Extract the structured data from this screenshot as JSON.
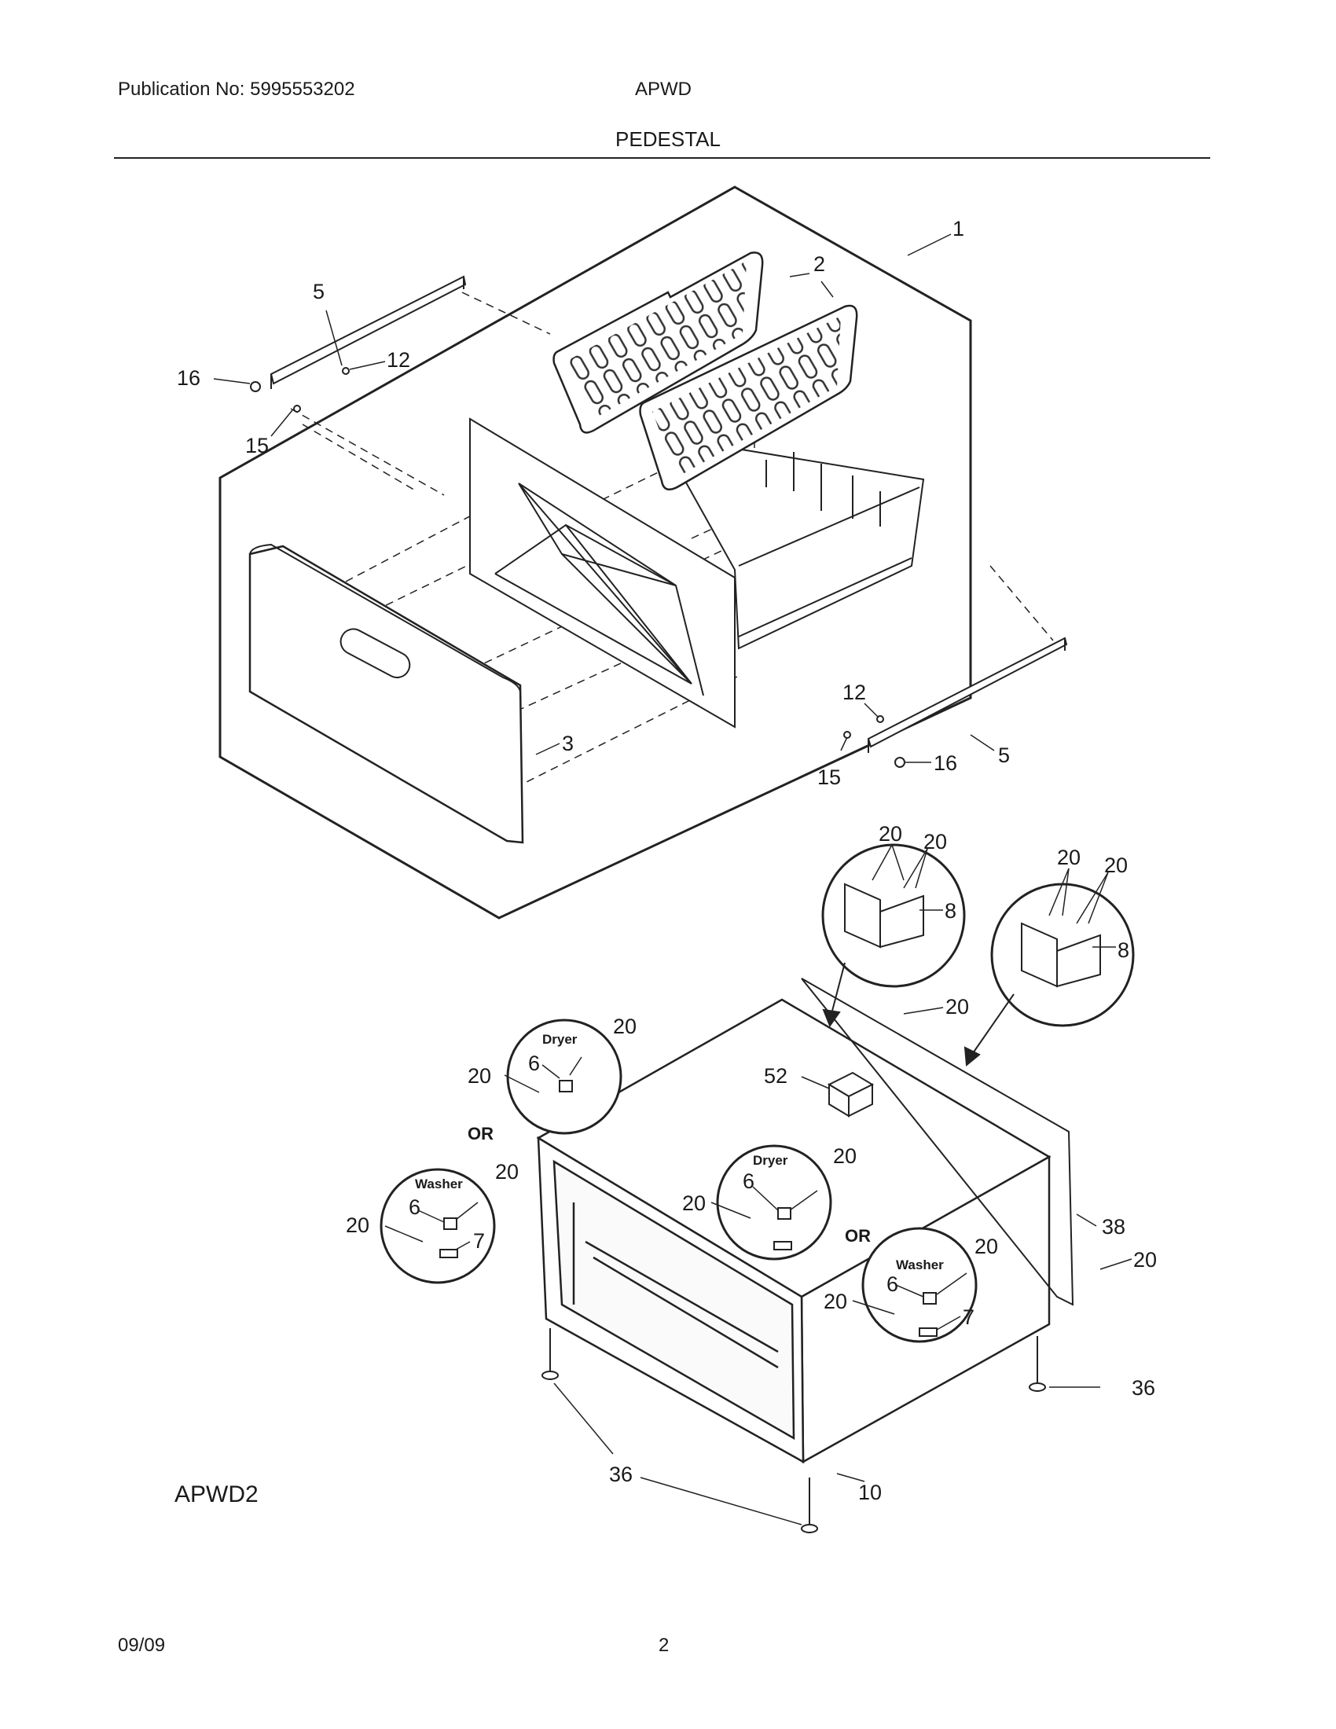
{
  "header": {
    "publication": "Publication No: 5995553202",
    "model": "APWD",
    "section_title": "PEDESTAL"
  },
  "diagram": {
    "callouts": {
      "c1": "1",
      "c2": "2",
      "c3": "3",
      "c5a": "5",
      "c5b": "5",
      "c12a": "12",
      "c12b": "12",
      "c15a": "15",
      "c15b": "15",
      "c16a": "16",
      "c16b": "16",
      "c8a": "8",
      "c8b": "8",
      "c20a": "20",
      "c20b": "20",
      "c20c": "20",
      "c20d": "20",
      "c20e": "20",
      "c20f": "20",
      "c20g": "20",
      "c20h": "20",
      "c20i": "20",
      "c20j": "20",
      "c20k": "20",
      "c20l": "20",
      "c20m": "20",
      "c20n": "20",
      "c6a": "6",
      "c6b": "6",
      "c6c": "6",
      "c6d": "6",
      "c7a": "7",
      "c7b": "7",
      "c52": "52",
      "c38": "38",
      "c36a": "36",
      "c36b": "36",
      "c10": "10"
    },
    "circle_labels": {
      "dryer": "Dryer",
      "washer": "Washer"
    },
    "or_label": "OR",
    "figure_id": "APWD2"
  },
  "footer": {
    "date": "09/09",
    "page": "2"
  }
}
